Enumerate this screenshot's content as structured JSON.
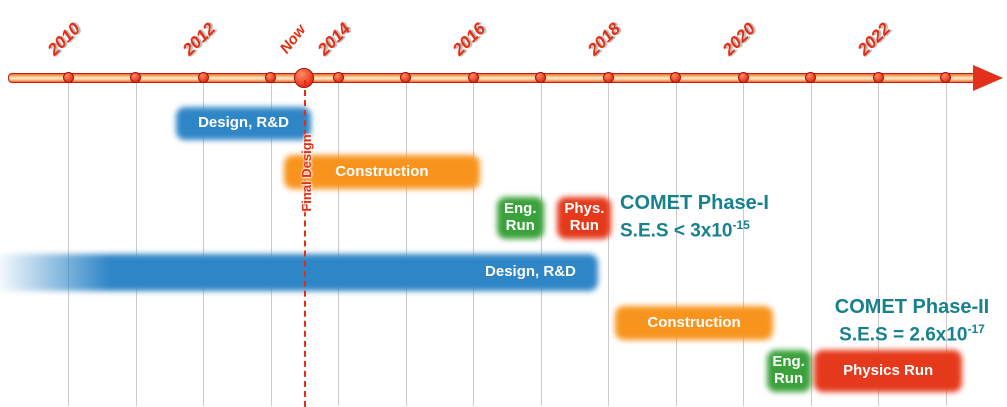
{
  "colors": {
    "axis_red": "#e2301a",
    "dot_red": "#e8351a",
    "bar_blue": "#2f86c7",
    "bar_orange": "#f8941d",
    "bar_green": "#3ba13b",
    "bar_red": "#e5391b",
    "caption_teal": "#17818e",
    "gridline_gray": "#cbcbcb"
  },
  "annotations": {
    "now": "Now",
    "final_design": "Final Design"
  },
  "captions": {
    "phase1": {
      "title": "COMET Phase-I",
      "ses_base": "S.E.S < 3x10",
      "ses_exp": "-15",
      "ses_full": "S.E.S < 3x10^-15"
    },
    "phase2": {
      "title": "COMET Phase-II",
      "ses_base": "S.E.S = 2.6x10",
      "ses_exp": "-17",
      "ses_full": "S.E.S = 2.6x10^-17"
    }
  },
  "chart_data": {
    "type": "bar",
    "subtype": "gantt-timeline",
    "title": "",
    "grid": true,
    "x_axis": {
      "unit": "year",
      "range": [
        2009.2,
        2023.6
      ],
      "tick_years": [
        2010,
        2011,
        2012,
        2013,
        2014,
        2015,
        2016,
        2017,
        2018,
        2019,
        2020,
        2021,
        2022,
        2023
      ],
      "labeled_years": [
        2010,
        2012,
        2014,
        2016,
        2018,
        2020,
        2022
      ],
      "now": {
        "label": "Now",
        "year": 2013.5
      }
    },
    "annotations": [
      {
        "label": "Now",
        "year": 2013.5
      },
      {
        "label": "Final Design",
        "year": 2013.5
      }
    ],
    "phases": [
      {
        "name": "COMET Phase-I",
        "ses": "S.E.S < 3x10^-15",
        "bars": [
          {
            "label": "Design, R&D",
            "start": 2011.6,
            "end": 2013.6,
            "color": "blue",
            "row": 0
          },
          {
            "label": "Construction",
            "start": 2013.2,
            "end": 2016.1,
            "color": "orange",
            "row": 1
          },
          {
            "label": "Eng.\nRun",
            "start": 2016.35,
            "end": 2017.05,
            "color": "green",
            "row": 2
          },
          {
            "label": "Phys.\nRun",
            "start": 2017.25,
            "end": 2018.05,
            "color": "red",
            "row": 2
          }
        ]
      },
      {
        "name": "COMET Phase-II",
        "ses": "S.E.S = 2.6x10^-17",
        "bars": [
          {
            "label": "Design, R&D",
            "start": 2008.9,
            "end": 2017.85,
            "color": "blue",
            "row": 0,
            "fade_left": true,
            "label_align": "right"
          },
          {
            "label": "Construction",
            "start": 2018.1,
            "end": 2020.45,
            "color": "orange",
            "row": 1
          },
          {
            "label": "Eng.\nRun",
            "start": 2020.35,
            "end": 2021.0,
            "color": "green",
            "row": 2
          },
          {
            "label": "Physics Run",
            "start": 2021.05,
            "end": 2023.25,
            "color": "red",
            "row": 2
          }
        ]
      }
    ]
  }
}
